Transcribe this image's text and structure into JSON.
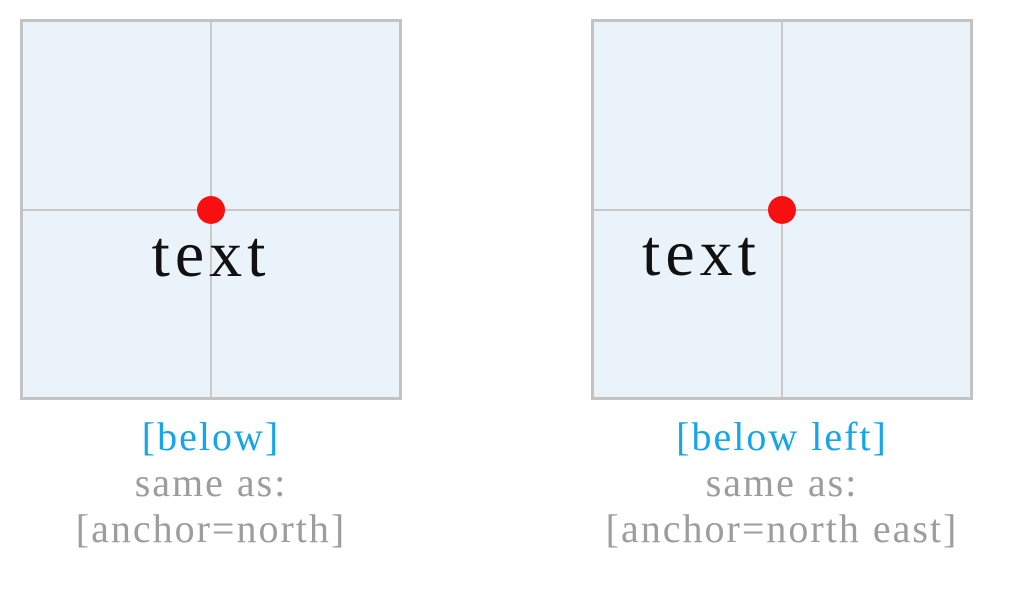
{
  "figure": {
    "colors": {
      "page_background": "#ffffff",
      "square_fill": "#eaf3fa",
      "square_border": "#c3c3c3",
      "grid_line": "#c9c9c9",
      "dot_red": "#f80f0f",
      "node_text_color": "#111111",
      "option_cyan": "#15a6ea",
      "caption_gray": "#9d9d9d"
    },
    "panels": [
      {
        "name": "below",
        "node_text": "text",
        "option_label": "[below]",
        "equivalence_label": "same as:",
        "anchor_label": "[anchor=north]"
      },
      {
        "name": "below-left",
        "node_text": "text",
        "option_label": "[below left]",
        "equivalence_label": "same as:",
        "anchor_label": "[anchor=north east]"
      }
    ]
  }
}
